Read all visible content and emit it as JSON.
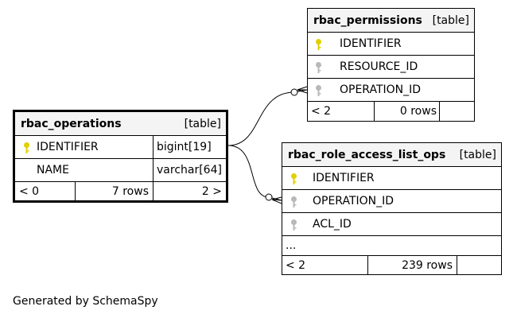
{
  "colors": {
    "primary_key": "#e0d000",
    "foreign_key": "#b8b8b8"
  },
  "tables": {
    "rbac_permissions": {
      "name": "rbac_permissions",
      "type": "[table]",
      "columns": [
        {
          "name": "IDENTIFIER",
          "icon": "primary-key-icon"
        },
        {
          "name": "RESOURCE_ID",
          "icon": "foreign-key-icon"
        },
        {
          "name": "OPERATION_ID",
          "icon": "foreign-key-icon"
        }
      ],
      "footer": {
        "parents": "< 2",
        "rows": "0 rows"
      }
    },
    "rbac_operations": {
      "name": "rbac_operations",
      "type": "[table]",
      "columns": [
        {
          "name": "IDENTIFIER",
          "datatype": "bigint[19]",
          "icon": "primary-key-icon"
        },
        {
          "name": "NAME",
          "datatype": "varchar[64]"
        }
      ],
      "footer": {
        "parents": "< 0",
        "rows": "7 rows",
        "children": "2 >"
      }
    },
    "rbac_role_access_list_ops": {
      "name": "rbac_role_access_list_ops",
      "type": "[table]",
      "columns": [
        {
          "name": "IDENTIFIER",
          "icon": "primary-key-icon"
        },
        {
          "name": "OPERATION_ID",
          "icon": "foreign-key-icon"
        },
        {
          "name": "ACL_ID",
          "icon": "foreign-key-icon"
        }
      ],
      "more": "...",
      "footer": {
        "parents": "< 2",
        "rows": "239 rows"
      }
    }
  },
  "footer_text": "Generated by SchemaSpy"
}
